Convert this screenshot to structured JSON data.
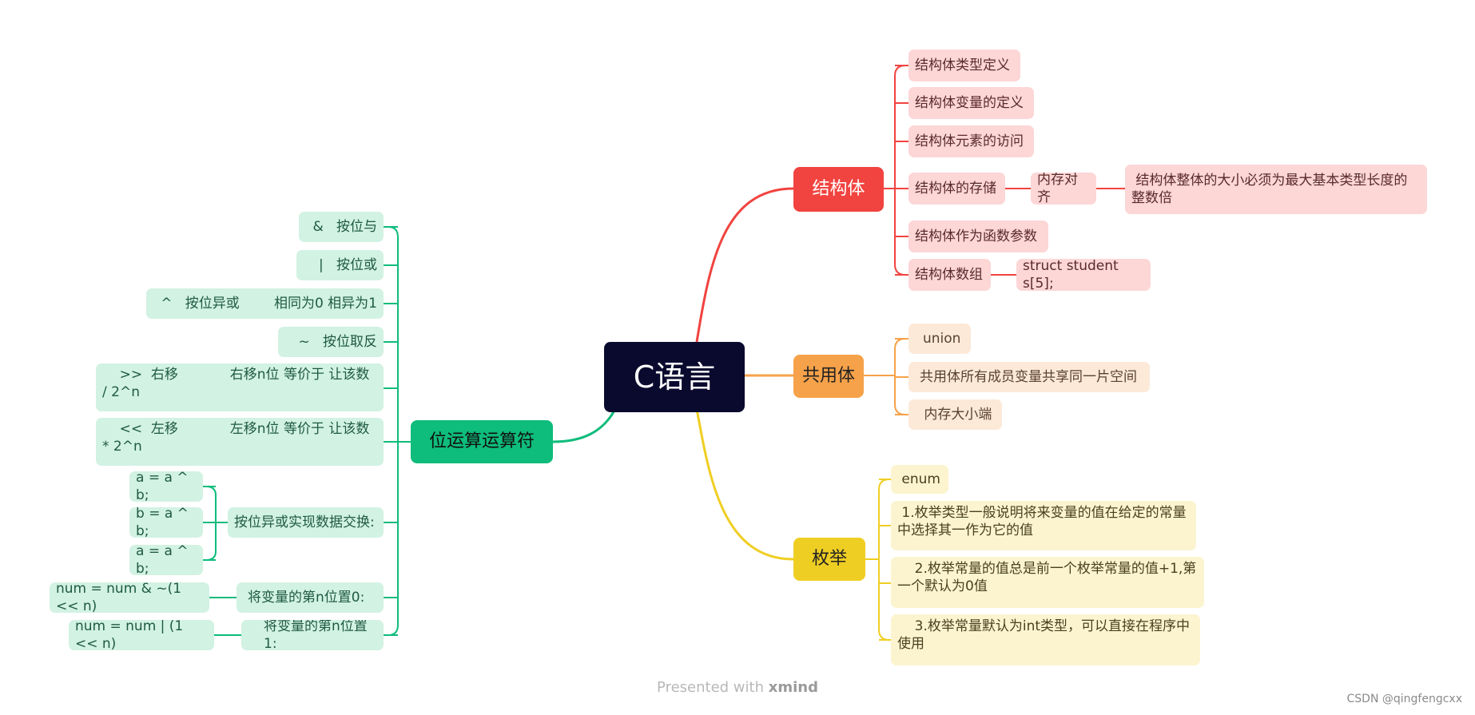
{
  "root": {
    "label": "C语言"
  },
  "branches": {
    "struct": {
      "label": "结构体",
      "items": [
        "结构体类型定义",
        "结构体变量的定义",
        "结构体元素的访问",
        "结构体的存储",
        "结构体作为函数参数",
        "结构体数组"
      ],
      "storage_child": "内存对齐",
      "storage_grandchild": " 结构体整体的大小必须为最大基本类型长度的整数倍",
      "array_child": "struct student s[5];"
    },
    "union": {
      "label": "共用体",
      "items": [
        "union",
        "共用体所有成员变量共享同一片空间",
        " 内存大小端"
      ]
    },
    "enum": {
      "label": "枚举",
      "items": [
        " enum",
        " 1.枚举类型一般说明将来变量的值在给定的常量中选择其一作为它的值",
        "    2.枚举常量的值总是前一个枚举常量的值+1,第一个默认为0值",
        "    3.枚举常量默认为int类型，可以直接在程序中使用"
      ]
    },
    "bitops": {
      "label": "位运算运算符",
      "items": [
        "&   按位与",
        "|   按位或",
        "^   按位异或        相同为0 相异为1",
        "~   按位取反",
        "    >>  右移            右移n位 等价于 让该数 / 2^n",
        "    <<  左移            左移n位 等价于 让该数 * 2^n",
        "按位异或实现数据交换:",
        "将变量的第n位置0:",
        "将变量的第n位置1:"
      ],
      "swap_children": [
        "a = a ^ b;",
        "b = a ^ b;",
        "a = a ^ b;"
      ],
      "clear_child": "num = num & ~(1 << n)",
      "set_child": "num = num | (1 << n)"
    }
  },
  "colors": {
    "root": "#0a0a2e",
    "struct": "#f1433f",
    "union": "#f6a24a",
    "enum": "#efce23",
    "bitops": "#0ebc7c"
  },
  "footer": {
    "presented": "Presented with",
    "brand": "xmind",
    "credit": "CSDN @qingfengcxx"
  }
}
